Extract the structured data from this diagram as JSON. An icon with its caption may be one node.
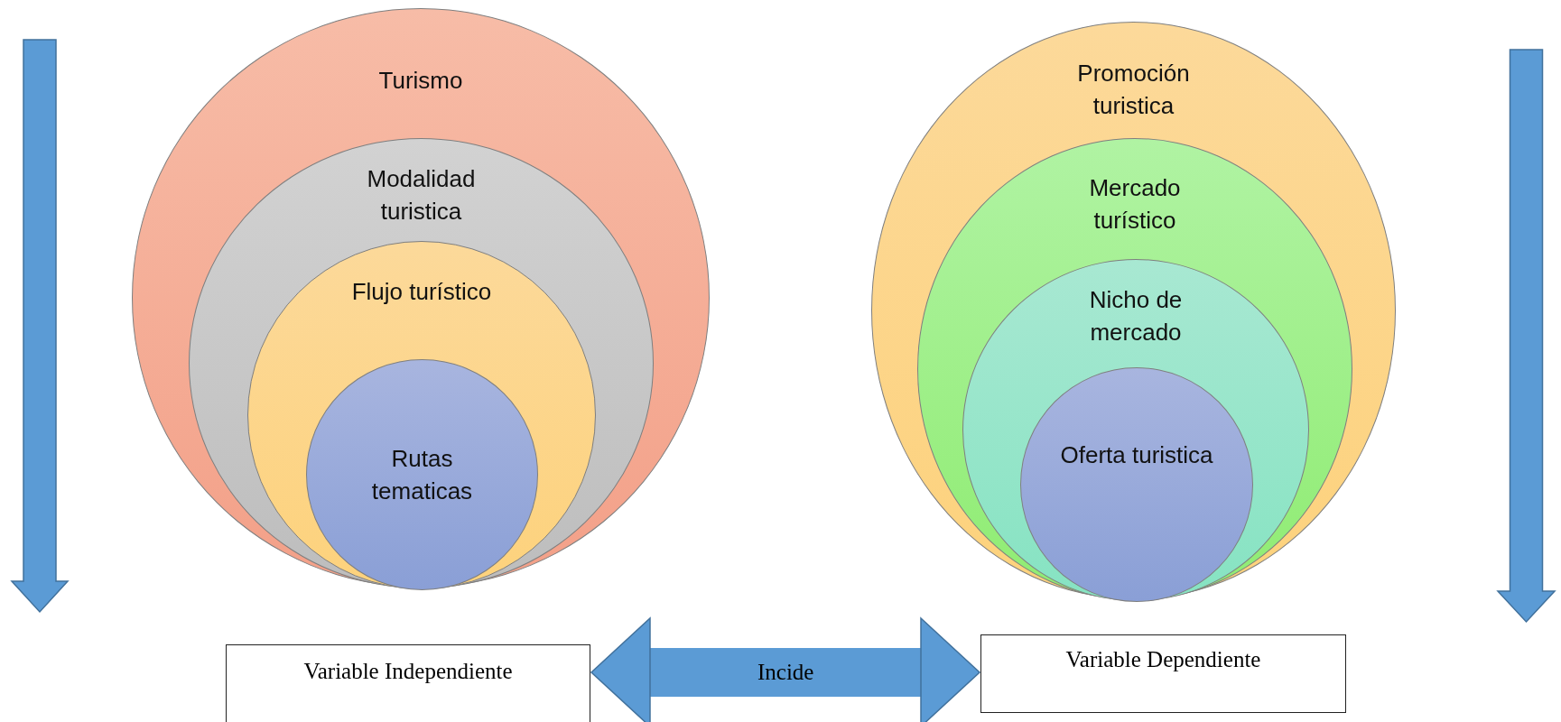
{
  "diagram": {
    "nodes": [
      {
        "text": [
          "Turismo"
        ]
      },
      {
        "text": [
          "Modalidad turistica"
        ],
        "in": 0
      },
      {
        "text": [
          "Flujo turístico"
        ],
        "in": 1
      },
      {
        "text": [
          "Rutas tematicas"
        ],
        "in": 2
      },
      {
        "text": [
          "Promoción turistica"
        ]
      },
      {
        "text": [
          "Mercado turístico"
        ],
        "in": 4
      },
      {
        "text": [
          "Nicho de mercado"
        ],
        "in": 5
      },
      {
        "text": [
          "Oferta turistica"
        ],
        "in": 6
      },
      {
        "text": [
          "Variable Independiente"
        ]
      },
      {
        "text": [
          "Variable Dependiente"
        ]
      }
    ],
    "edges": [
      {
        "from": 8,
        "to": 9,
        "arrow": "both",
        "label": "Incide"
      }
    ]
  }
}
